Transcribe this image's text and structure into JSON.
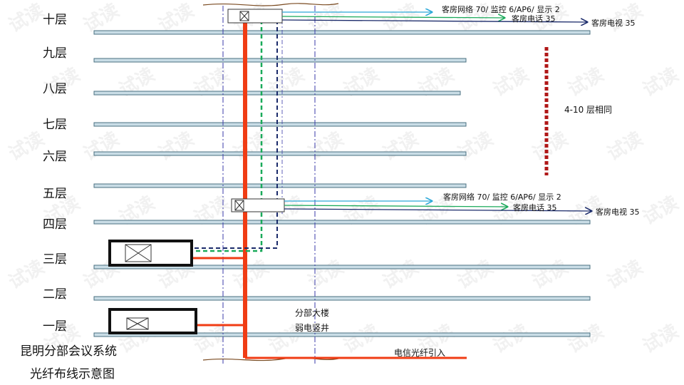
{
  "floors": [
    {
      "label": "十层"
    },
    {
      "label": "九层"
    },
    {
      "label": "八层"
    },
    {
      "label": "七层"
    },
    {
      "label": "六层"
    },
    {
      "label": "五层"
    },
    {
      "label": "四层"
    },
    {
      "label": "三层"
    },
    {
      "label": "二层"
    },
    {
      "label": "一层"
    }
  ],
  "top_outlets": {
    "network": "客房网络 70/ 监控 6/AP6/ 显示 2",
    "phone": "客房电话 35",
    "tv": "客房电视 35"
  },
  "mid_outlets": {
    "network": "客房网络 70/ 监控 6/AP6/ 显示 2",
    "phone": "客房电话 35",
    "tv": "客房电视 35"
  },
  "same_floors_note": "4-10 层相同",
  "shaft_label_1": "分部大楼",
  "shaft_label_2": "弱电竖井",
  "fiber_in_label": "电信光纤引入",
  "title_line_1": "昆明分部会议系统",
  "title_line_2": "光纤布线示意图",
  "watermark_text": "试读",
  "colors": {
    "floor_fill": "#c9dde6",
    "floor_stroke": "#4a7080",
    "fiber_red": "#f03c14",
    "network_cyan": "#2aa8d8",
    "phone_green": "#1aaa5a",
    "tv_navy": "#1a2a6a",
    "dotted_red": "#b01818",
    "shaft_blue": "#3a3aa8"
  }
}
